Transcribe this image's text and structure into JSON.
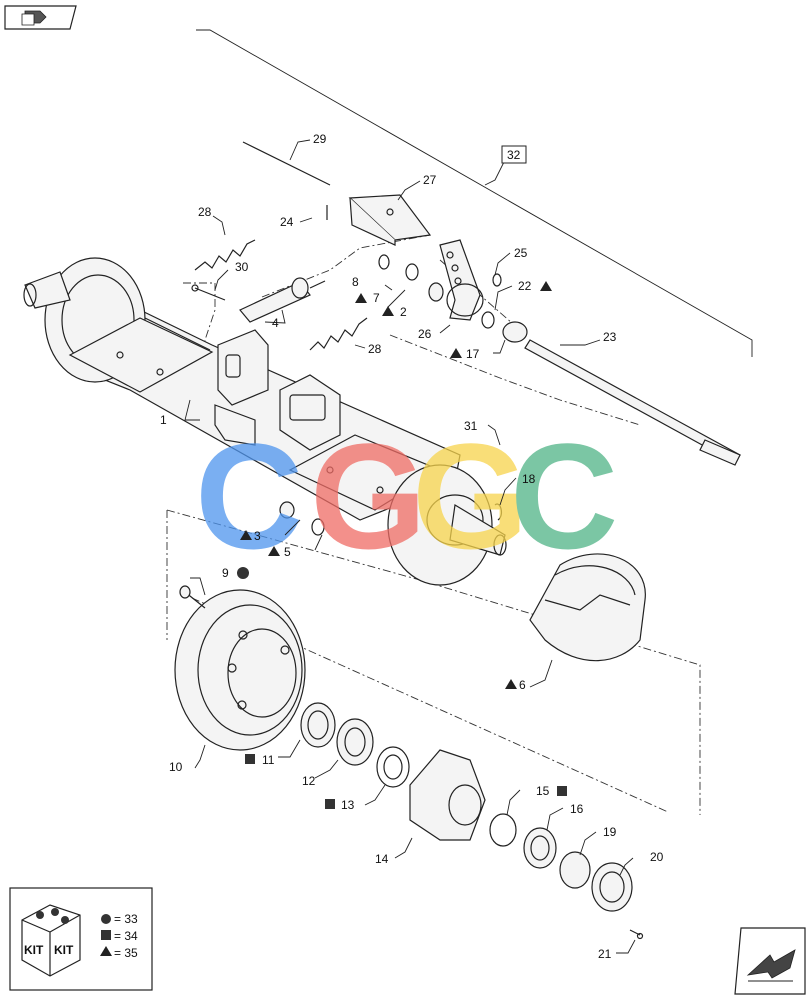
{
  "nav": {
    "top_icon": "book-arrow-icon",
    "bottom_icon": "next-arrow-icon"
  },
  "watermark": {
    "letters": [
      "C",
      "G",
      "G",
      "C"
    ],
    "colors": [
      "#4e95ee",
      "#ef6c65",
      "#f7d44c",
      "#4fb386"
    ]
  },
  "callouts": {
    "p1": "1",
    "p2": "2",
    "p3": "3",
    "p4": "4",
    "p5": "5",
    "p6": "6",
    "p7": "7",
    "p8": "8",
    "p9": "9",
    "p10": "10",
    "p11": "11",
    "p12": "12",
    "p13": "13",
    "p14": "14",
    "p15": "15",
    "p16": "16",
    "p17": "17",
    "p18": "18",
    "p19": "19",
    "p20": "20",
    "p21": "21",
    "p22": "22",
    "p23": "23",
    "p24": "24",
    "p25": "25",
    "p26": "26",
    "p27": "27",
    "p28a": "28",
    "p28b": "28",
    "p29": "29",
    "p30": "30",
    "p31": "31",
    "p32": "32"
  },
  "legend": {
    "kit_top": "KIT",
    "kit_bottom": "KIT",
    "row1": "= 33",
    "row2": "= 34",
    "row3": "= 35"
  }
}
